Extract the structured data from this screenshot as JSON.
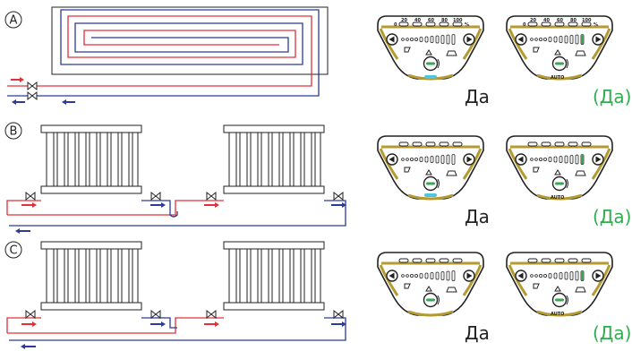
{
  "schemes": [
    {
      "label": "A",
      "type": "floor-heating"
    },
    {
      "label": "B",
      "type": "radiator-bottom-connection"
    },
    {
      "label": "C",
      "type": "radiator-bottom-connection"
    }
  ],
  "thermostats": {
    "rows": [
      {
        "left_answer": "Да",
        "right_answer": "(Да)"
      },
      {
        "left_answer": "Да",
        "right_answer": "(Да)"
      },
      {
        "left_answer": "Да",
        "right_answer": "(Да)"
      }
    ],
    "scale_labels": [
      "20",
      "40",
      "60",
      "80",
      "100",
      "%"
    ],
    "zero_label": "0",
    "auto_label": "AUTO"
  },
  "colors": {
    "supply": "#e0303a",
    "return": "#2c3a9a",
    "body_gold": "#b49a30",
    "led_green": "#3aa655",
    "answer_green": "#2fae4f",
    "text": "#222222"
  },
  "icons": [
    "valve-icon",
    "arrow-right-icon",
    "arrow-left-icon",
    "play-left-icon",
    "play-right-icon",
    "power-icon"
  ]
}
